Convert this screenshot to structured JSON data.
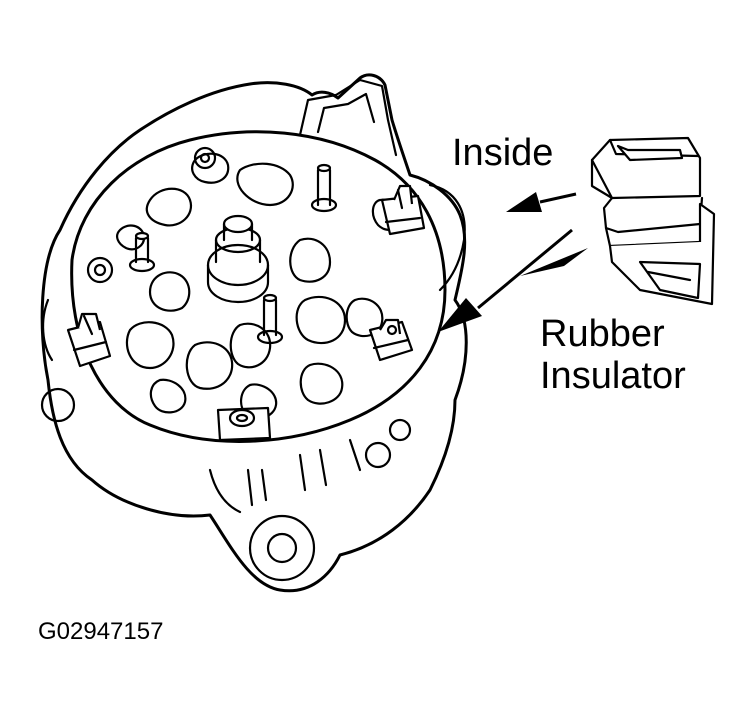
{
  "labels": {
    "inside": "Inside",
    "rubber_insulator_line1": "Rubber",
    "rubber_insulator_line2": "Insulator",
    "figure_code": "G02947157"
  },
  "colors": {
    "line": "#000000",
    "background": "#ffffff"
  }
}
